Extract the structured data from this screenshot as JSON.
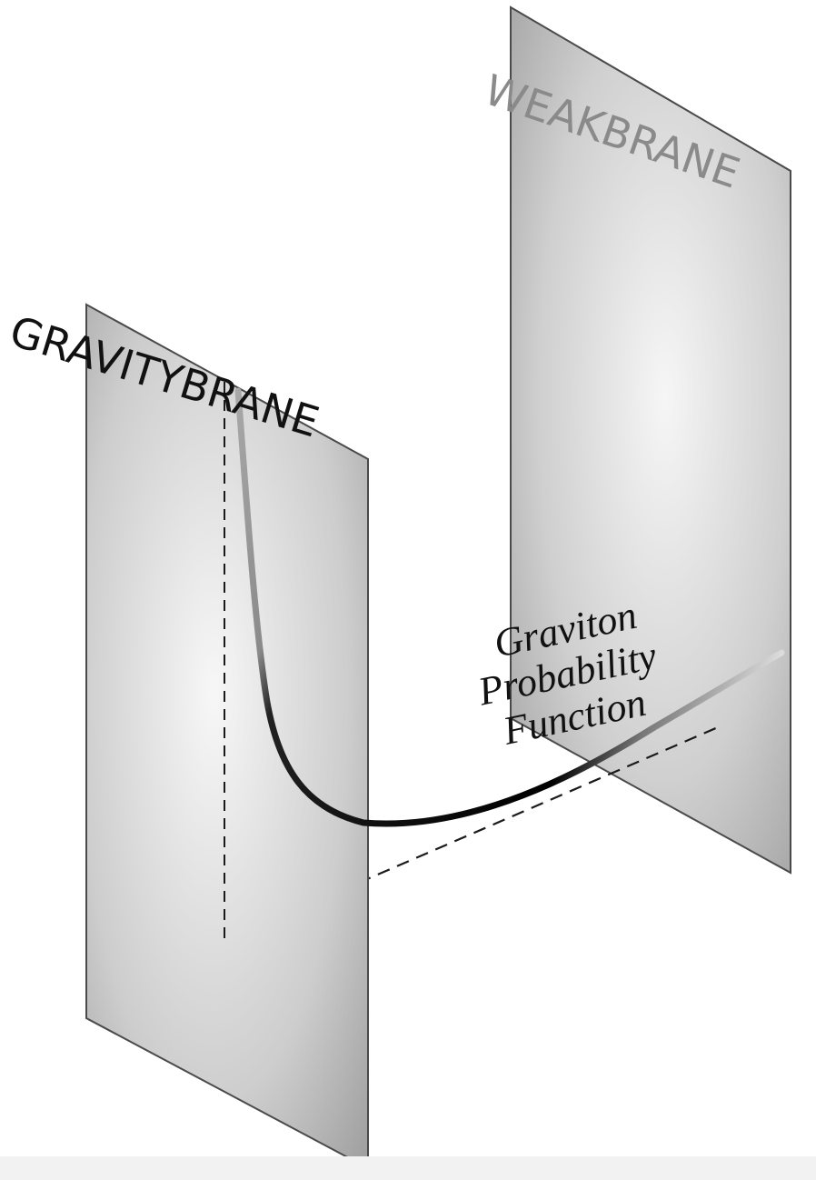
{
  "weak_brane": {
    "label": "WEAKBRANE",
    "label_color": "#8a8a8a"
  },
  "gravity_brane": {
    "label": "GRAVITYBRANE",
    "label_color": "#111111"
  },
  "curve": {
    "label_lines": [
      "Graviton",
      "Probability",
      "Function"
    ]
  },
  "colors": {
    "plane_edge": "#4a4a4a",
    "plane_fill_light": "#f4f4f4",
    "plane_fill_dark": "#9c9c9c",
    "curve_faint": "#9a9a9a",
    "curve_dark": "#000000",
    "dashed_line": "#1a1a1a",
    "bottom_band": "#f2f2f2"
  }
}
